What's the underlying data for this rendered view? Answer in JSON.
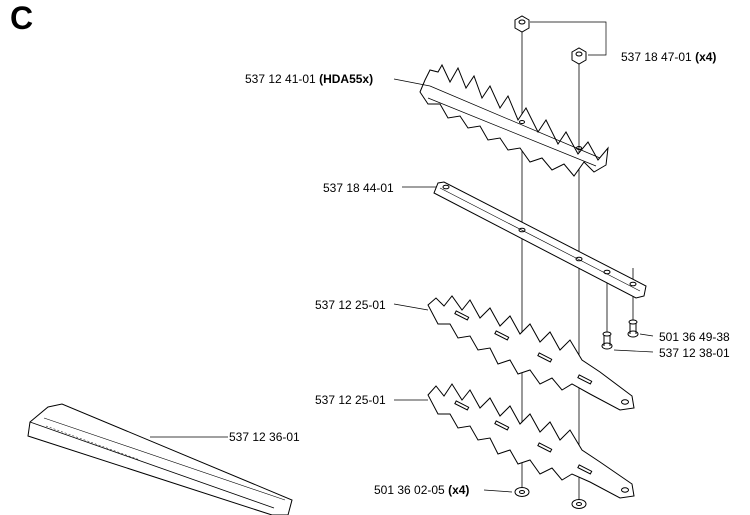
{
  "section": {
    "letter": "C"
  },
  "parts": {
    "blade_top": {
      "number": "537 12 41-01",
      "qualifier": "(HDA55x)"
    },
    "nut": {
      "number": "537 18 47-01",
      "qualifier": "(x4)"
    },
    "guide_plate": {
      "number": "537 18 44-01"
    },
    "blade_upper": {
      "number": "537 12 25-01"
    },
    "blade_lower": {
      "number": "537 12 25-01"
    },
    "screw_small": {
      "number": "501 36 49-38"
    },
    "screw_long": {
      "number": "537 12 38-01"
    },
    "guard": {
      "number": "537 12 36-01"
    },
    "washer": {
      "number": "501 36 02-05",
      "qualifier": "(x4)"
    }
  }
}
